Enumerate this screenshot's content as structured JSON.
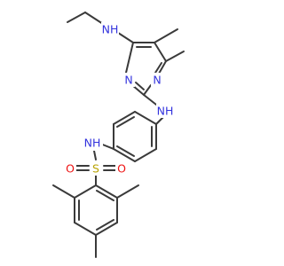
{
  "colors": {
    "background": "#ffffff",
    "bond": "#3a3a3a",
    "nitrogen": "#3333dd",
    "sulfur": "#b8a300",
    "oxygen": "#ee1111",
    "carbon": "#3a3a3a"
  },
  "atoms": [
    {
      "id": "N_ethylamino",
      "text": "NH",
      "element": "N"
    },
    {
      "id": "N_pyr_right",
      "text": "N",
      "element": "N"
    },
    {
      "id": "N_pyr_left",
      "text": "N",
      "element": "N"
    },
    {
      "id": "N_bridge",
      "text": "NH",
      "element": "N"
    },
    {
      "id": "N_sulfonamide",
      "text": "NH",
      "element": "N"
    },
    {
      "id": "S",
      "text": "S",
      "element": "S"
    },
    {
      "id": "O_left",
      "text": "O",
      "element": "O"
    },
    {
      "id": "O_right",
      "text": "O",
      "element": "O"
    }
  ]
}
